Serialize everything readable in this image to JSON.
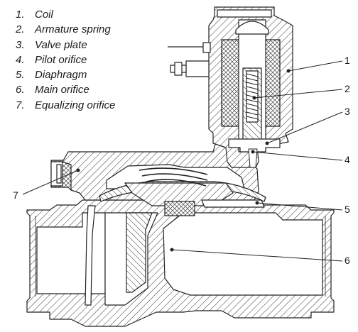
{
  "legend": [
    {
      "number": "1.",
      "label": "Coil"
    },
    {
      "number": "2.",
      "label": "Armature spring"
    },
    {
      "number": "3.",
      "label": "Valve plate"
    },
    {
      "number": "4.",
      "label": "Pilot orifice"
    },
    {
      "number": "5.",
      "label": "Diaphragm"
    },
    {
      "number": "6.",
      "label": "Main orifice"
    },
    {
      "number": "7.",
      "label": "Equalizing orifice"
    }
  ],
  "callouts": [
    "1",
    "2",
    "3",
    "4",
    "5",
    "6",
    "7"
  ]
}
